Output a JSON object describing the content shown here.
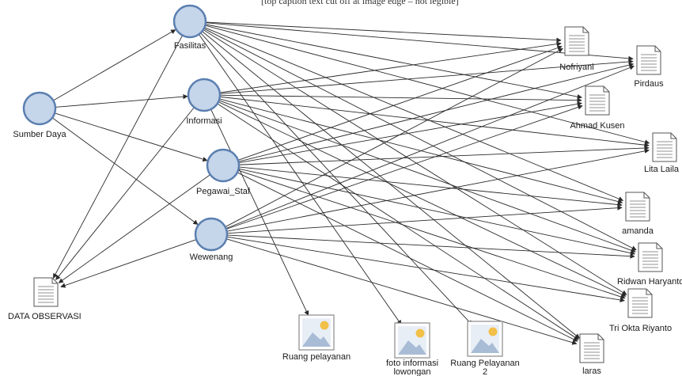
{
  "caption": "[top caption text cut off at image edge – not legible]",
  "colors": {
    "node_fill": "#c5d5ea",
    "node_stroke": "#5b7fb0",
    "edge": "#2a2a2a",
    "doc_stroke": "#555555",
    "image_frame": "#8a8a8a",
    "image_sky": "#e8eef6",
    "image_sun": "#f2c049",
    "image_mountain": "#a9bcd6"
  },
  "nodes": {
    "sumber_daya": "Sumber Daya",
    "fasilitas": "Fasilitas",
    "informasi": "Informasi",
    "pegawai_staf": "Pegawai_Staf",
    "wewenang": "Wewenang"
  },
  "documents": {
    "data_observasi": "DATA OBSERVASI",
    "nofriyani": "Nofriyani",
    "pirdaus": "Pirdaus",
    "ahmad_kusen": "Ahmad Kusen",
    "lita_laila": "Lita Laila",
    "amanda": "amanda",
    "ridwan_haryanto": "Ridwan Haryanto",
    "tri_okta_riyanto": "Tri Okta Riyanto",
    "laras": "laras"
  },
  "images": {
    "ruang_pelayanan": "Ruang pelayanan",
    "foto_informasi_line1": "foto informasi",
    "foto_informasi_line2": "lowongan",
    "ruang_pelayanan_2_line1": "Ruang Pelayanan",
    "ruang_pelayanan_2_line2": "2"
  }
}
